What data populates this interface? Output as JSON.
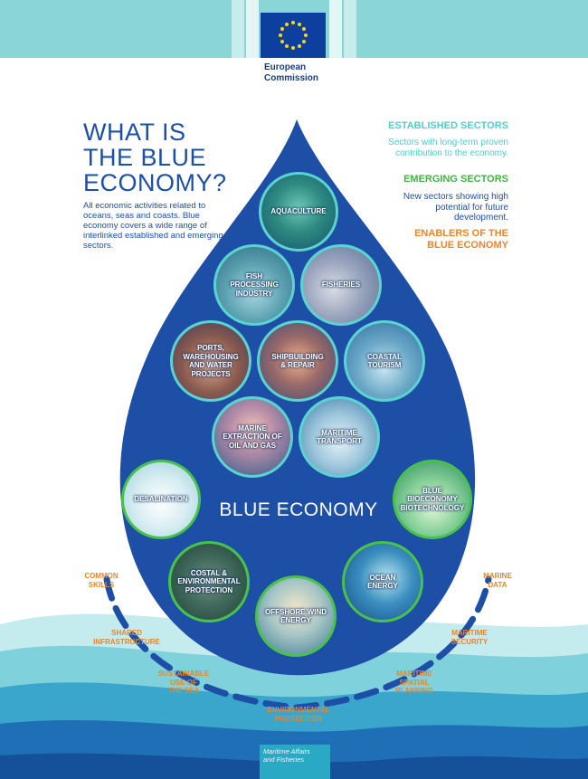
{
  "header": {
    "org_line1": "European",
    "org_line2": "Commission"
  },
  "title": {
    "line1": "WHAT IS",
    "line2": "THE BLUE",
    "line3": "ECONOMY?"
  },
  "intro": "All economic activities related to oceans, seas and coasts. Blue economy covers a wide range of interlinked established and emerging sectors.",
  "legend": {
    "established_heading": "ESTABLISHED SECTORS",
    "established_text": "Sectors with long-term proven contribution to the economy.",
    "emerging_heading": "EMERGING SECTORS",
    "emerging_text": "New sectors showing high potential for future development.",
    "enablers_line1": "ENABLERS OF THE",
    "enablers_line2": "BLUE ECONOMY"
  },
  "center_label": "BLUE ECONOMY",
  "sectors": {
    "aquaculture": [
      "AQUACULTURE"
    ],
    "fish_processing": [
      "FISH",
      "PROCESSING",
      "INDUSTRY"
    ],
    "fisheries": [
      "FISHERIES"
    ],
    "ports": [
      "PORTS,",
      "WAREHOUSING",
      "AND WATER",
      "PROJECTS"
    ],
    "shipbuilding": [
      "SHIPBUILDING",
      "& REPAIR"
    ],
    "coastal_tourism": [
      "COASTAL",
      "TOURISM"
    ],
    "marine_extraction": [
      "MARINE",
      "EXTRACTION OF",
      "OIL AND GAS"
    ],
    "maritime_transport": [
      "MARITIME",
      "TRANSPORT"
    ],
    "desalination": [
      "DESALINATION"
    ],
    "biotechnology": [
      "BLUE",
      "BIOECONOMY",
      "BIOTECHNOLOGY"
    ],
    "costal_protection": [
      "COSTAL &",
      "ENVIRONMENTAL",
      "PROTECTION"
    ],
    "ocean_energy": [
      "OCEAN",
      "ENERGY"
    ],
    "offshore_wind": [
      "OFFSHORE WIND",
      "ENERGY"
    ]
  },
  "enablers": {
    "common_skills": [
      "COMMON",
      "SKILLS"
    ],
    "shared_infrastructure": [
      "SHARED",
      "INFRASTRUCTURE"
    ],
    "sustainable_use": [
      "SUSTAINABLE",
      "USE OF",
      "THE SEA"
    ],
    "environmental_protection": [
      "ENVIRONMENTAL",
      "PROTECTION"
    ],
    "maritime_spatial_planning": [
      "MARITIME",
      "SPATIAL",
      "PLANNING"
    ],
    "maritime_security": [
      "MARITIME",
      "SECURITY"
    ],
    "marine_data": [
      "MARINE",
      "DATA"
    ]
  },
  "footer": {
    "line1": "Maritime Affairs",
    "line2": "and Fisheries"
  },
  "colors": {
    "drop_blue": "#1e4fa7",
    "established_teal": "#52cccc",
    "emerging_green": "#3fb542",
    "enabler_orange": "#e9852a",
    "title_blue": "#1d4fa8"
  }
}
